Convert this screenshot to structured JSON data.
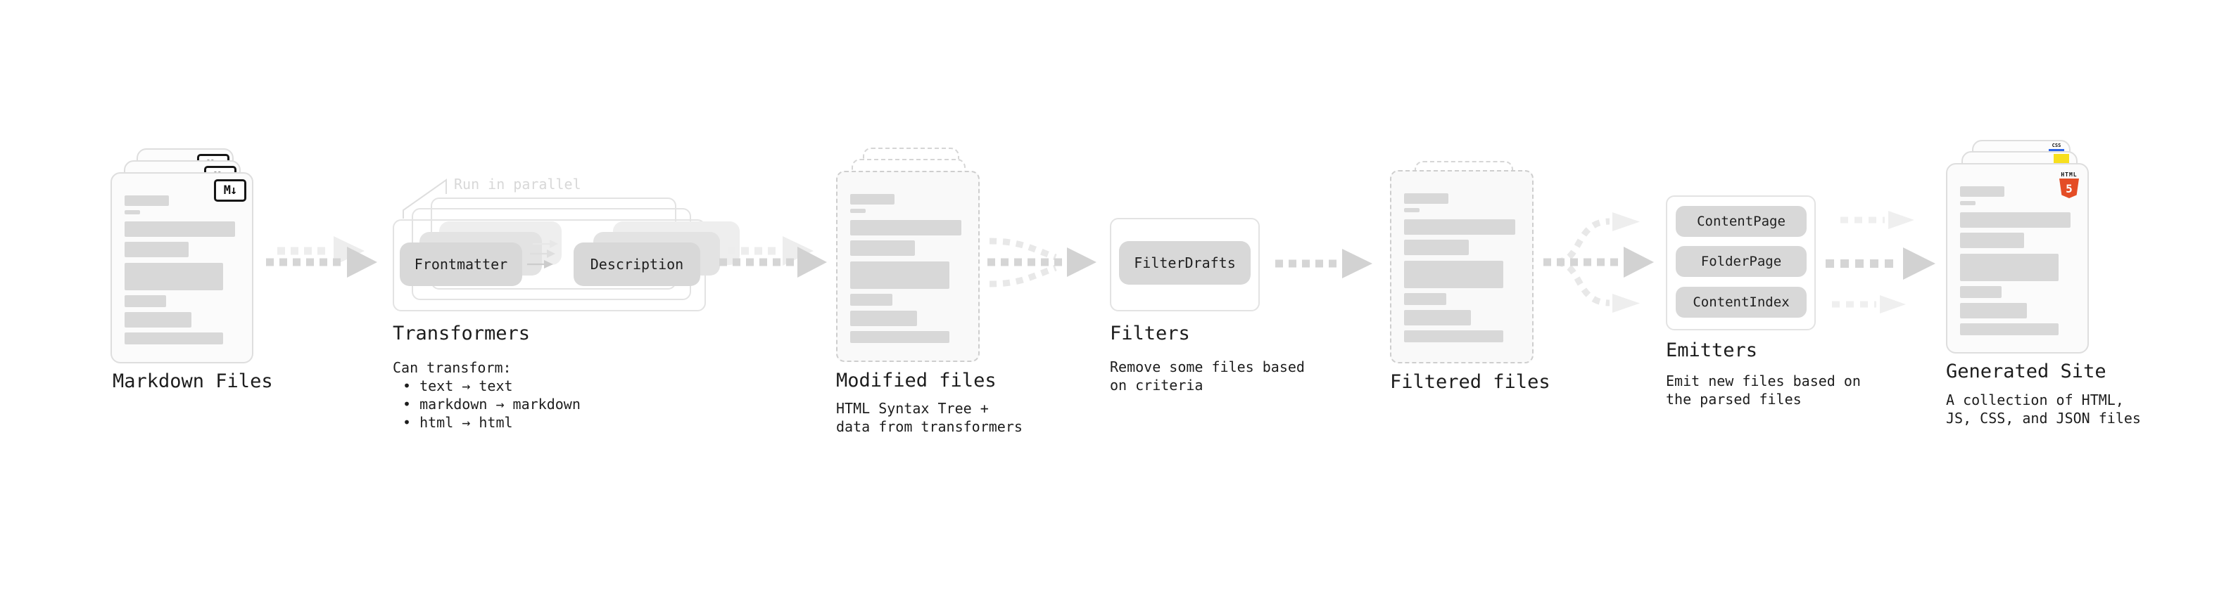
{
  "diagram": {
    "markdown_files": {
      "label": "Markdown Files",
      "badge": "M↓"
    },
    "transformers": {
      "note": "Run in parallel",
      "input_step": "Frontmatter",
      "output_step": "Description",
      "label": "Transformers",
      "caption_title": "Can transform:",
      "bullets": [
        "• text → text",
        "• markdown → markdown",
        "• html → html"
      ]
    },
    "modified_files": {
      "label": "Modified files",
      "caption": [
        "HTML Syntax Tree +",
        "data from transformers"
      ]
    },
    "filters": {
      "label": "Filters",
      "button": "FilterDrafts",
      "caption": [
        "Remove some files based",
        "on criteria"
      ]
    },
    "filtered_files": {
      "label": "Filtered files"
    },
    "emitters": {
      "label": "Emitters",
      "buttons": [
        "ContentPage",
        "FolderPage",
        "ContentIndex"
      ],
      "caption": [
        "Emit new files based on",
        "the parsed files"
      ]
    },
    "generated_site": {
      "label": "Generated Site",
      "caption": [
        "A collection of HTML,",
        "JS, CSS, and JSON files"
      ],
      "badges": {
        "html5_text": "HTML",
        "html5_number": "5",
        "css_text": "CSS"
      }
    }
  },
  "colors": {
    "html5_orange": "#e44d26",
    "js_yellow": "#f7df1e",
    "css_blue": "#2862e9",
    "text": "#1d1d1d",
    "button_gray": "#d8d8d8",
    "arrow_dark": "#d5d5d5",
    "arrow_light": "#ededed"
  }
}
